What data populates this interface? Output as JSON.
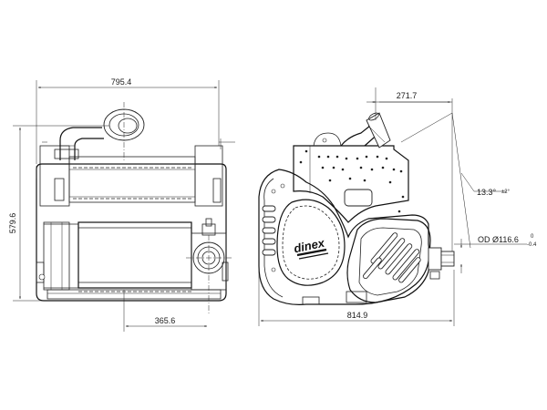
{
  "dimensions": {
    "front_width": "795.4",
    "front_height": "579.6",
    "front_partial_width": "365.6",
    "side_width": "814.9",
    "side_offset": "271.7",
    "angle_value": "13.3°",
    "angle_tol": "±2°",
    "od_label": "OD Ø116.6",
    "od_tol_upper": "0",
    "od_tol_lower": "-0.4"
  },
  "logo": {
    "text": "dinex"
  },
  "colors": {
    "line": "#222222",
    "background": "#ffffff"
  }
}
